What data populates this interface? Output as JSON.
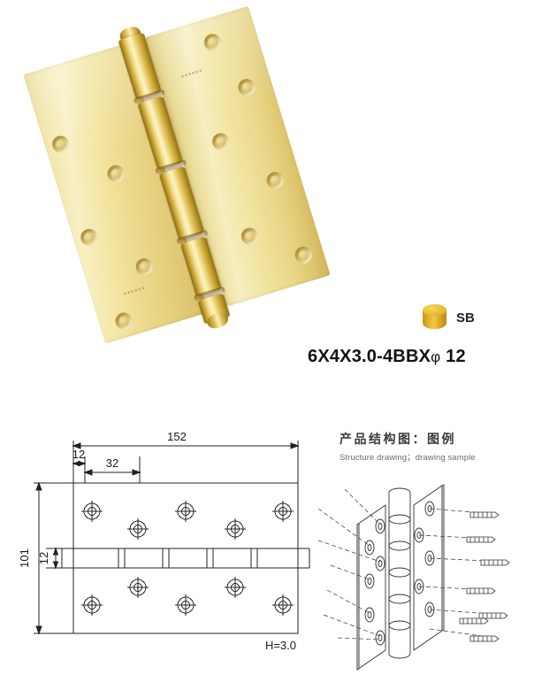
{
  "product": {
    "photo_alt": "polished brass ball bearing door hinge",
    "finish": {
      "code": "SB",
      "swatch_color": "#e8b62e",
      "swatch_icon": "cylinder-swatch-icon"
    },
    "model_number": {
      "main": "6X4X3.0-4BBX",
      "phi_symbol": "φ",
      "phi_value": "12",
      "full": "6X4X3.0-4BBX φ 12"
    },
    "brand_stamp": "logo"
  },
  "section": {
    "title_cn": "产品结构图：图例",
    "title_en": "Structure drawing；drawing sample"
  },
  "technical_drawing": {
    "type": "engineering-plan-view",
    "dimensions": {
      "overall_length": "152",
      "overall_width": "101",
      "edge_offset": "12",
      "hole_pitch": "32",
      "knuckle_width": "12",
      "thickness_label": "H=3.0"
    },
    "knuckle_count": 4,
    "holes_per_leaf": 5
  },
  "assembly_drawing": {
    "type": "isometric-exploded-view",
    "screw_count": 8,
    "leaf_count": 2,
    "knuckle_bands": 4
  },
  "colors": {
    "brass_light": "#f6eec0",
    "brass_mid": "#ead88b",
    "brass_dark": "#c9a430",
    "line": "#222222",
    "background": "#ffffff"
  }
}
